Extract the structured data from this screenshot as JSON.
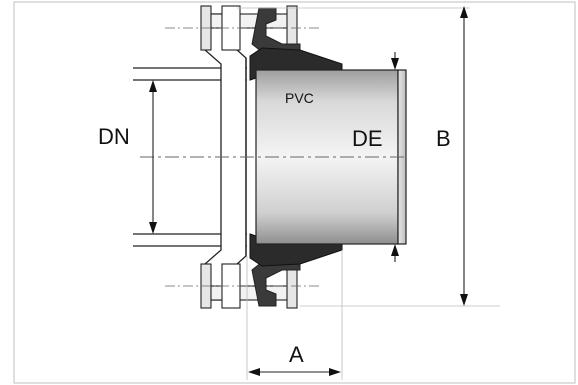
{
  "labels": {
    "dn": "DN",
    "de": "DE",
    "b": "B",
    "a": "A",
    "material": "PVC"
  },
  "colors": {
    "line": "#222222",
    "gasket": "#2b2b2b",
    "frame": "#bfbfbf",
    "pipe_light": "#f2f2f2",
    "pipe_dark": "#a9a9a9",
    "flange": "#ffffff",
    "bolt_nut": "#e6e6e6"
  }
}
